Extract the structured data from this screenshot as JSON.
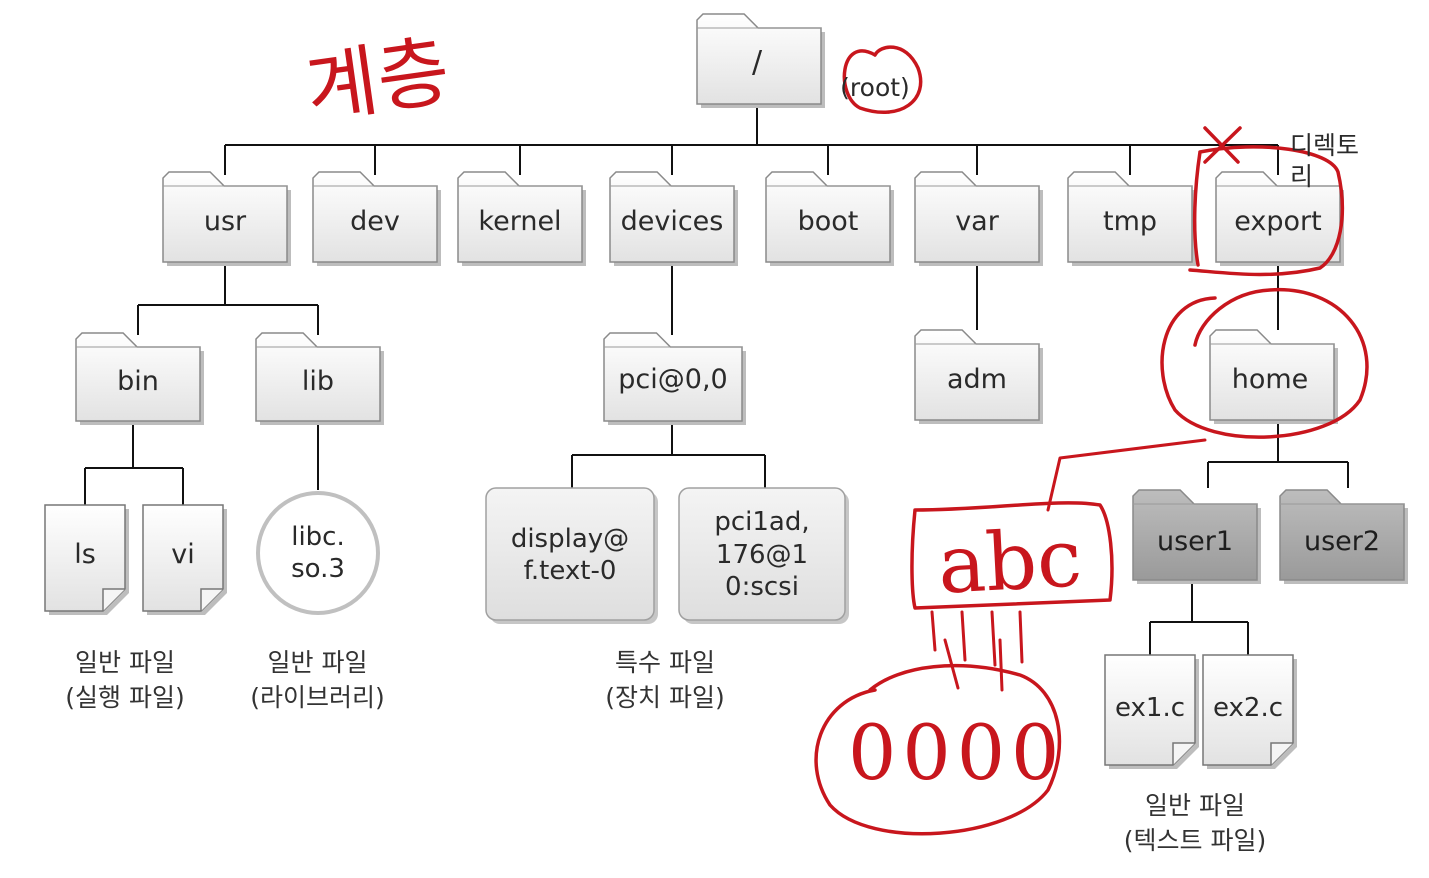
{
  "root": {
    "label": "/",
    "note": "(root)"
  },
  "directory_label": "디렉토리",
  "level1": [
    "usr",
    "dev",
    "kernel",
    "devices",
    "boot",
    "var",
    "tmp",
    "export"
  ],
  "usr_children": [
    "bin",
    "lib"
  ],
  "bin_children": [
    "ls",
    "vi"
  ],
  "lib_child": "libc.\nso.3",
  "devices_child": "pci@0,0",
  "pci_children": [
    "display@\nf.text-0",
    "pci1ad,\n176@1\n0:scsi"
  ],
  "var_child": "adm",
  "export_child": "home",
  "home_children": [
    "user1",
    "user2"
  ],
  "user1_children": [
    "ex1.c",
    "ex2.c"
  ],
  "captions": {
    "bin_files": "일반 파일\n(실행 파일)",
    "lib_files": "일반 파일\n(라이브러리)",
    "device_files": "특수 파일\n(장치 파일)",
    "text_files": "일반 파일\n(텍스트 파일)"
  },
  "annotations": {
    "hierarchy": "계층",
    "abc": "abc",
    "bits": "0000"
  },
  "colors": {
    "folder_light": "#ececec",
    "folder_gray": "#a9a9a9",
    "line": "#111111",
    "handwriting": "#c8161d"
  }
}
